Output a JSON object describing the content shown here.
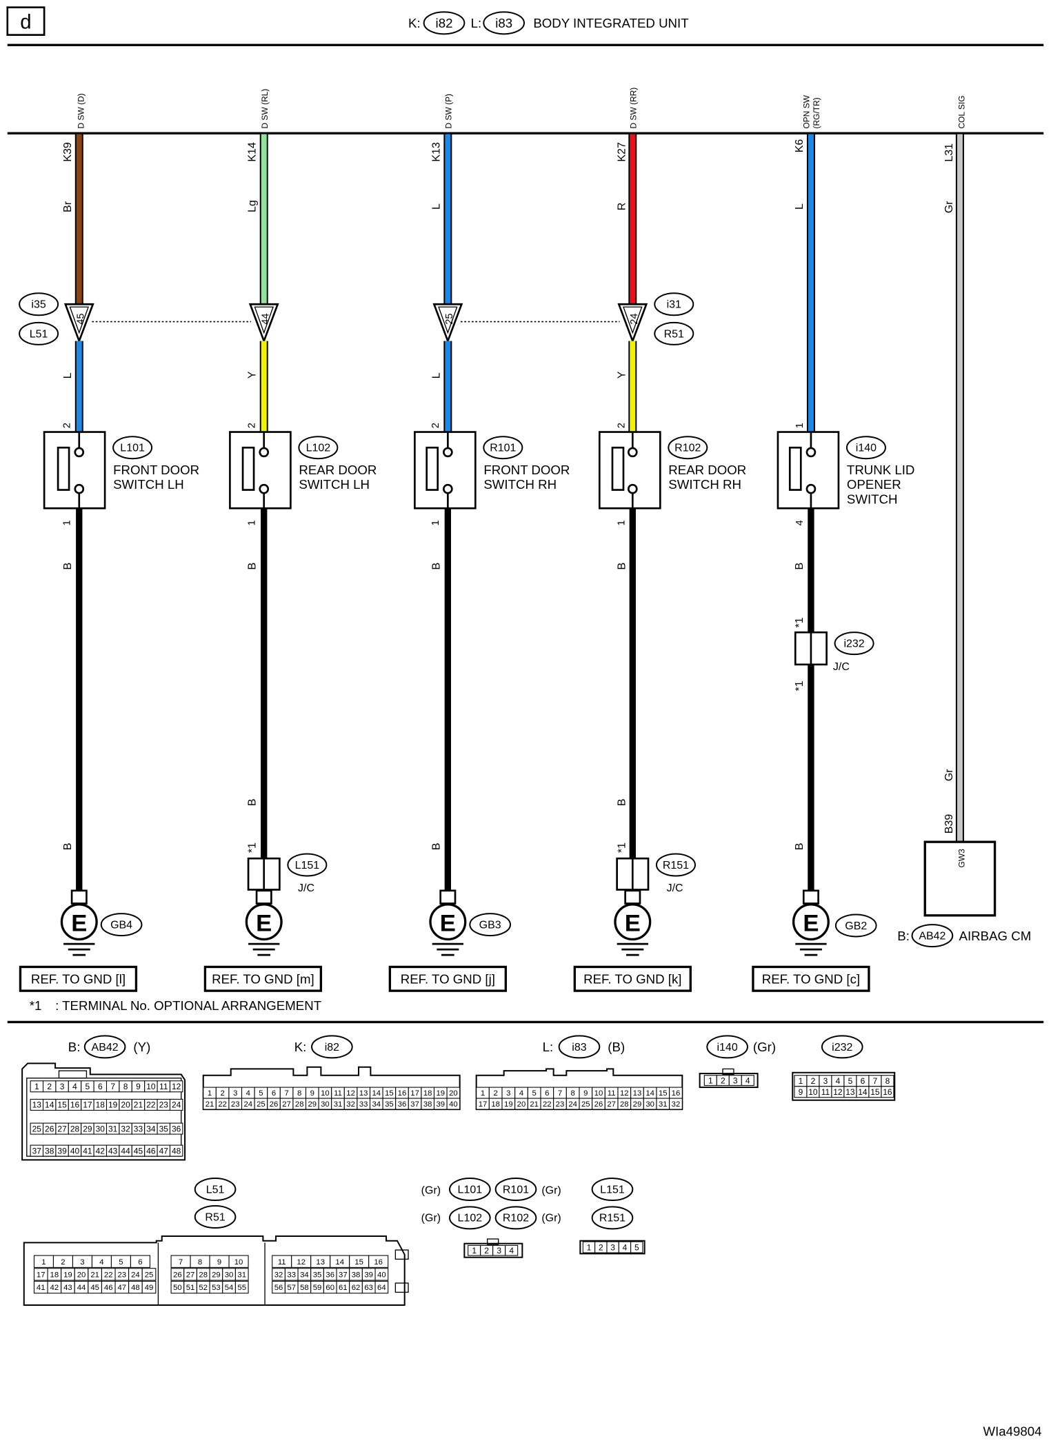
{
  "page_label": "d",
  "header": {
    "k_prefix": "K:",
    "k_connector": "i82",
    "l_prefix": "L:",
    "l_connector": "i83",
    "unit_name": "BODY INTEGRATED UNIT"
  },
  "circuits": [
    {
      "signal": "D SW (D)",
      "terminal": "K39",
      "upper_color": "Br",
      "upper_wire": "#8b4513",
      "inline_pin": "45",
      "lower_color_code": "L",
      "lower_wire": "#1e88e5",
      "switch_pin_top": "2",
      "switch_pin_bottom": "1",
      "connector": "L101",
      "name_line1": "FRONT DOOR",
      "name_line2": "SWITCH LH",
      "name_line3": "",
      "b_upper": "B",
      "b_lower": "B",
      "ground": "GB4",
      "ref": "REF. TO GND [l]"
    },
    {
      "signal": "D SW (RL)",
      "terminal": "K14",
      "upper_color": "Lg",
      "upper_wire": "#8fe39a",
      "inline_pin": "44",
      "lower_color_code": "Y",
      "lower_wire": "#f2f200",
      "switch_pin_top": "2",
      "switch_pin_bottom": "1",
      "connector": "L102",
      "name_line1": "REAR DOOR",
      "name_line2": "SWITCH LH",
      "name_line3": "",
      "b_upper": "B",
      "b_lower": "B",
      "jc_connector": "L151",
      "jc_label": "J/C",
      "jc_star": "*1",
      "ground": "",
      "ref": "REF. TO GND [m]"
    },
    {
      "signal": "D SW (P)",
      "terminal": "K13",
      "upper_color": "L",
      "upper_wire": "#1e88e5",
      "inline_pin": "25",
      "lower_color_code": "L",
      "lower_wire": "#1e88e5",
      "switch_pin_top": "2",
      "switch_pin_bottom": "1",
      "connector": "R101",
      "name_line1": "FRONT DOOR",
      "name_line2": "SWITCH RH",
      "name_line3": "",
      "b_upper": "B",
      "b_lower": "B",
      "ground": "GB3",
      "ref": "REF. TO GND [j]"
    },
    {
      "signal": "D SW (RR)",
      "terminal": "K27",
      "upper_color": "R",
      "upper_wire": "#e8101a",
      "inline_pin": "24",
      "lower_color_code": "Y",
      "lower_wire": "#f2f200",
      "switch_pin_top": "2",
      "switch_pin_bottom": "1",
      "connector": "R102",
      "name_line1": "REAR DOOR",
      "name_line2": "SWITCH RH",
      "name_line3": "",
      "b_upper": "B",
      "b_lower": "B",
      "jc_connector": "R151",
      "jc_label": "J/C",
      "jc_star": "*1",
      "ground": "",
      "ref": "REF. TO GND [k]"
    },
    {
      "signal": "OPN SW",
      "signal2": "(RG/TR)",
      "terminal": "K6",
      "upper_color": "L",
      "upper_wire": "#1e88e5",
      "switch_pin_top": "1",
      "switch_pin_bottom": "4",
      "connector": "i140",
      "name_line1": "TRUNK LID",
      "name_line2": "OPENER",
      "name_line3": "SWITCH",
      "b_upper": "B",
      "b_lower": "B",
      "jc_connector": "i232",
      "jc_label": "J/C",
      "jc_star_top": "*1",
      "jc_star_bottom": "*1",
      "ground": "GB2",
      "ref": "REF. TO GND [c]"
    },
    {
      "signal": "COL SIG",
      "terminal": "L31",
      "upper_color": "Gr",
      "upper_wire": "#c8c8c8",
      "lower_color": "Gr",
      "airbag_terminal": "B39",
      "airbag_pin": "GW3",
      "airbag_prefix": "B:",
      "airbag_connector": "AB42",
      "airbag_name": "AIRBAG CM"
    }
  ],
  "inline_connectors": {
    "left_top": "i35",
    "left_bottom": "L51",
    "right_top": "i31",
    "right_bottom": "R51"
  },
  "footnote": {
    "star": "*1",
    "text": ": TERMINAL No. OPTIONAL ARRANGEMENT"
  },
  "connector_views": {
    "ab42": {
      "prefix": "B:",
      "id": "AB42",
      "color": "(Y)",
      "rows": [
        [
          "1",
          "2",
          "3",
          "4",
          "5",
          "6",
          "7",
          "8",
          "9",
          "10",
          "11",
          "12"
        ],
        [
          "13",
          "14",
          "15",
          "16",
          "17",
          "18",
          "19",
          "20",
          "21",
          "22",
          "23",
          "24"
        ],
        [
          "25",
          "26",
          "27",
          "28",
          "29",
          "30",
          "31",
          "32",
          "33",
          "34",
          "35",
          "36"
        ],
        [
          "37",
          "38",
          "39",
          "40",
          "41",
          "42",
          "43",
          "44",
          "45",
          "46",
          "47",
          "48"
        ]
      ]
    },
    "i82": {
      "prefix": "K:",
      "id": "i82",
      "color": "",
      "rows": [
        [
          "1",
          "2",
          "3",
          "4",
          "5",
          "6",
          "7",
          "8",
          "9",
          "10",
          "11",
          "12",
          "13",
          "14",
          "15",
          "16",
          "17",
          "18",
          "19",
          "20"
        ],
        [
          "21",
          "22",
          "23",
          "24",
          "25",
          "26",
          "27",
          "28",
          "29",
          "30",
          "31",
          "32",
          "33",
          "34",
          "35",
          "36",
          "37",
          "38",
          "39",
          "40"
        ]
      ]
    },
    "i83": {
      "prefix": "L:",
      "id": "i83",
      "color": "(B)",
      "rows": [
        [
          "1",
          "2",
          "3",
          "4",
          "5",
          "6",
          "7",
          "8",
          "9",
          "10",
          "11",
          "12",
          "13",
          "14",
          "15",
          "16"
        ],
        [
          "17",
          "18",
          "19",
          "20",
          "21",
          "22",
          "23",
          "24",
          "25",
          "26",
          "27",
          "28",
          "29",
          "30",
          "31",
          "32"
        ]
      ]
    },
    "i140": {
      "id": "i140",
      "color": "(Gr)",
      "rows": [
        [
          "1",
          "2",
          "3",
          "4"
        ]
      ]
    },
    "i232": {
      "id": "i232",
      "color": "",
      "rows": [
        [
          "1",
          "2",
          "3",
          "4",
          "5",
          "6",
          "7",
          "8"
        ],
        [
          "9",
          "10",
          "11",
          "12",
          "13",
          "14",
          "15",
          "16"
        ]
      ]
    },
    "l51": {
      "id_top": "L51",
      "id_bottom": "R51",
      "block1": [
        [
          "1",
          "2",
          "3",
          "4",
          "5",
          "6"
        ],
        [
          "17",
          "18",
          "19",
          "20",
          "21",
          "22",
          "23",
          "24",
          "25"
        ],
        [
          "41",
          "42",
          "43",
          "44",
          "45",
          "46",
          "47",
          "48",
          "49"
        ]
      ],
      "block2": [
        [
          "7",
          "8",
          "9",
          "10"
        ],
        [
          "26",
          "27",
          "28",
          "29",
          "30",
          "31"
        ],
        [
          "50",
          "51",
          "52",
          "53",
          "54",
          "55"
        ]
      ],
      "block3": [
        [
          "11",
          "12",
          "13",
          "14",
          "15",
          "16"
        ],
        [
          "32",
          "33",
          "34",
          "35",
          "36",
          "37",
          "38",
          "39",
          "40"
        ],
        [
          "56",
          "57",
          "58",
          "59",
          "60",
          "61",
          "62",
          "63",
          "64"
        ]
      ]
    },
    "switch": {
      "top_left": "L101",
      "top_right": "R101",
      "bottom_left": "L102",
      "bottom_right": "R102",
      "color": "(Gr)",
      "rows": [
        [
          "1",
          "2",
          "3",
          "4"
        ]
      ]
    },
    "l151": {
      "id_top": "L151",
      "id_bottom": "R151",
      "rows": [
        [
          "1",
          "2",
          "3",
          "4",
          "5"
        ]
      ]
    }
  },
  "diagram_code": "WIa49804"
}
